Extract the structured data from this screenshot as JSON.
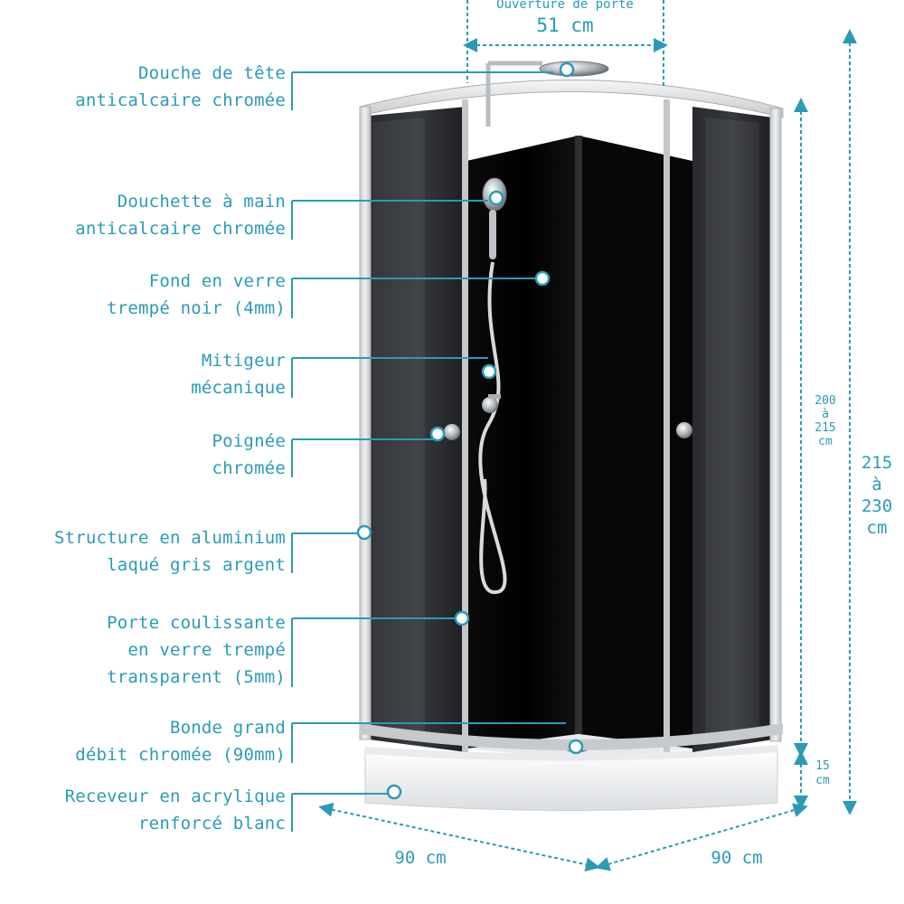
{
  "accent": "#2a9bb5",
  "labels": {
    "head_shower": [
      "Douche de tête",
      "anticalcaire chromée"
    ],
    "hand_shower": [
      "Douchette à main",
      "anticalcaire chromée"
    ],
    "glass_back": [
      "Fond en verre",
      "trempé noir (4mm)"
    ],
    "mixer": [
      "Mitigeur",
      "mécanique"
    ],
    "handle": [
      "Poignée",
      "chromée"
    ],
    "frame": [
      "Structure en aluminium",
      "laqué gris argent"
    ],
    "door": [
      "Porte coulissante",
      "en verre trempé",
      "transparent (5mm)"
    ],
    "drain": [
      "Bonde grand",
      "débit chromée (90mm)"
    ],
    "tray": [
      "Receveur en acrylique",
      "renforcé blanc"
    ]
  },
  "dimensions": {
    "door_opening_title": "Ouverture de porte",
    "door_opening": "51 cm",
    "height_glass": [
      "200",
      "à",
      "215",
      "cm"
    ],
    "height_total": [
      "215",
      "à",
      "230",
      "cm"
    ],
    "tray_height": [
      "15",
      "cm"
    ],
    "width_left": "90 cm",
    "width_right": "90 cm"
  }
}
